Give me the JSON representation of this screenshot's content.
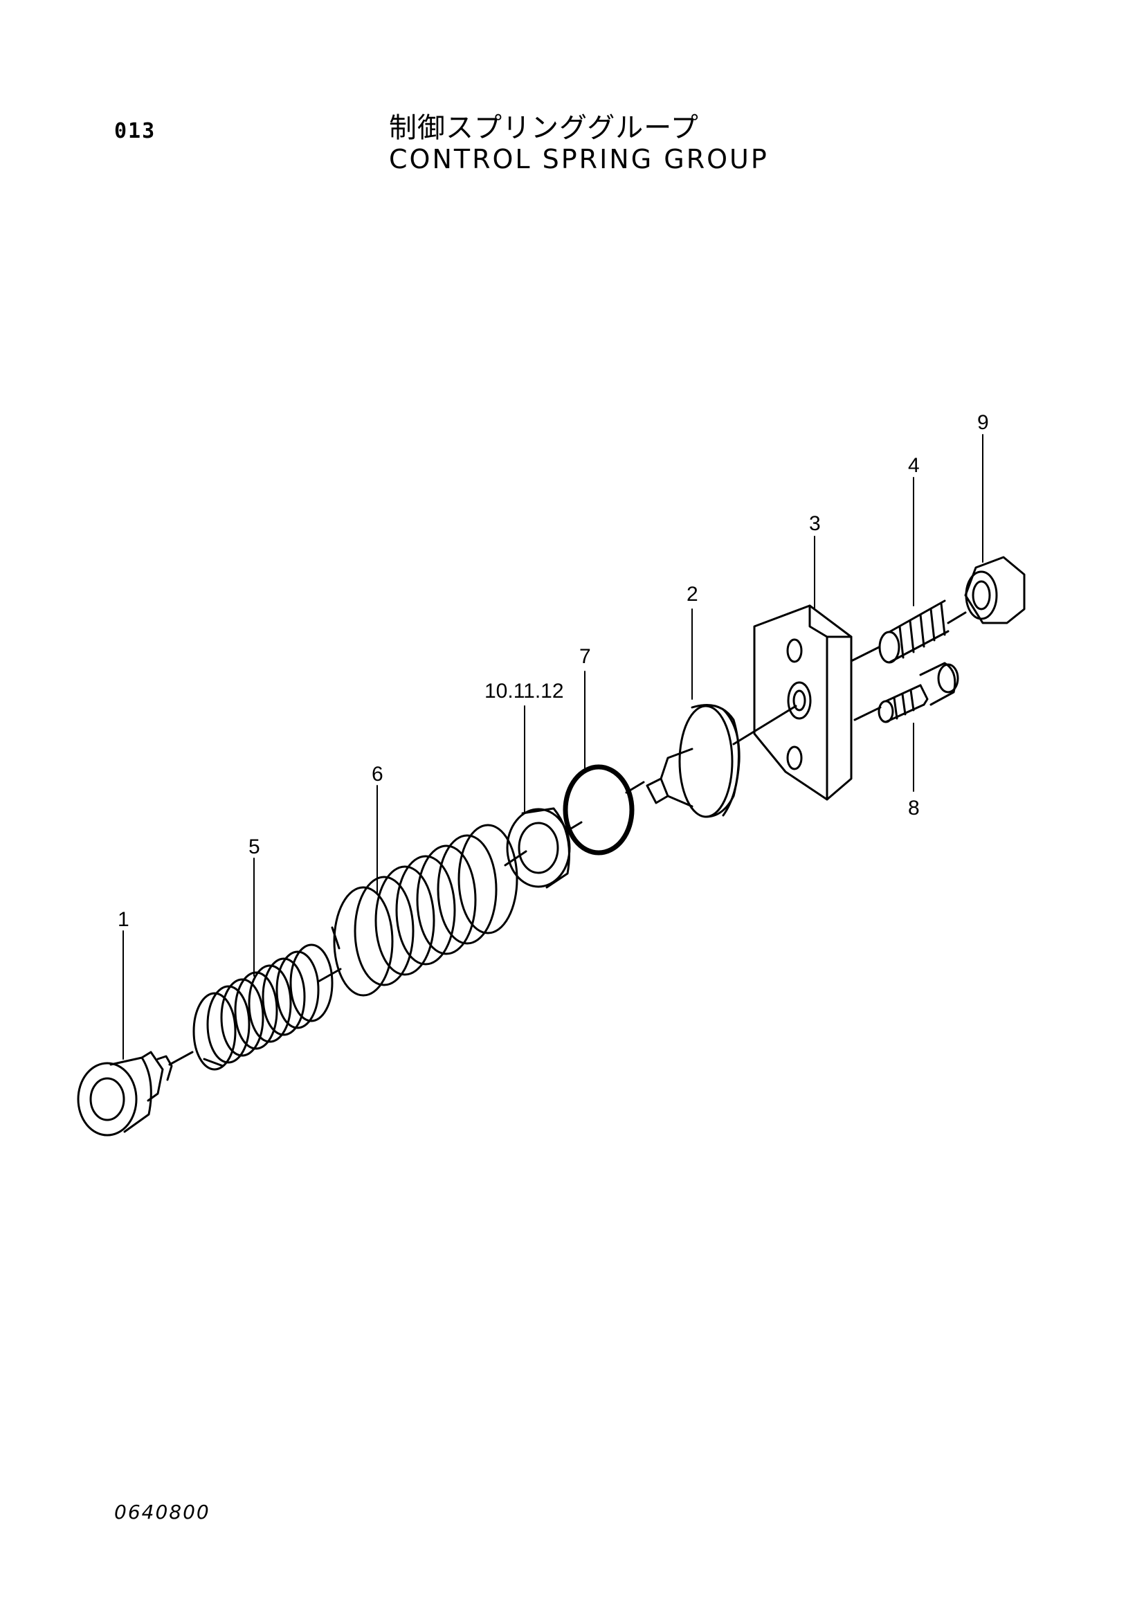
{
  "header": {
    "page_number": "013",
    "title_jp": "制御スプリンググループ",
    "title_en": "CONTROL SPRING GROUP"
  },
  "footer": {
    "drawing_code": "0640800"
  },
  "callouts": {
    "c1": "1",
    "c2": "2",
    "c3": "3",
    "c4": "4",
    "c5": "5",
    "c6": "6",
    "c7": "7",
    "c8": "8",
    "c9": "9",
    "c10": "10.11.12"
  }
}
